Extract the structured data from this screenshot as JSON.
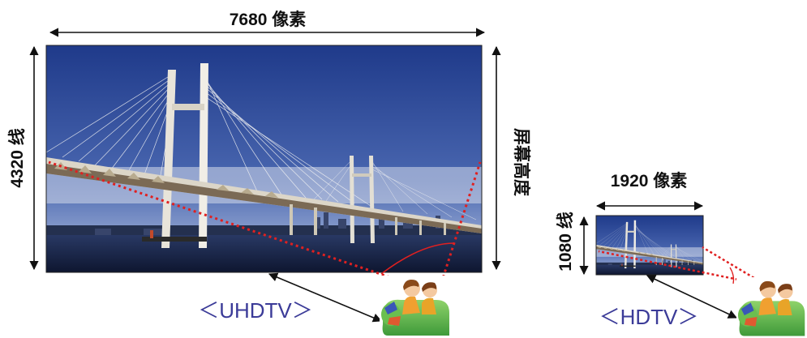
{
  "uhdtv": {
    "width_label": "7680 像素",
    "height_label": "4320 线",
    "screen_height_label": "屏幕高度",
    "caption": "＜UHDTV＞"
  },
  "hdtv": {
    "width_label": "1920 像素",
    "height_label": "1080 线",
    "caption": "＜HDTV＞"
  },
  "colors": {
    "sky_top": "#1f3a8a",
    "sky_bottom": "#9fb3d6",
    "water": "#14213d",
    "sight_line": "#e02020",
    "arrow": "#111111",
    "caption": "#3b3b98"
  },
  "icons": [
    "bridge-photo",
    "viewers-on-sofa-icon"
  ]
}
